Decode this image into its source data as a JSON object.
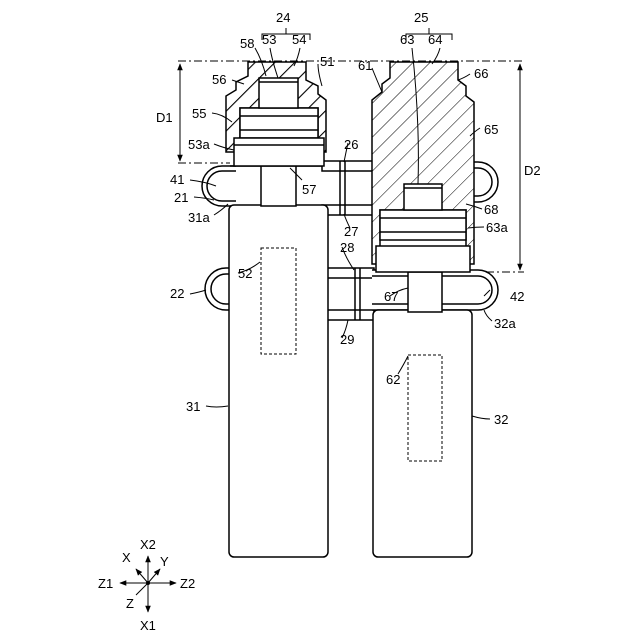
{
  "labels": {
    "l24": "24",
    "l25": "25",
    "l58": "58",
    "l53": "53",
    "l54": "54",
    "l63": "63",
    "l64": "64",
    "l56": "56",
    "l51": "51",
    "l61": "61",
    "l66": "66",
    "l55": "55",
    "l65": "65",
    "d1": "D1",
    "d2": "D2",
    "l53a": "53a",
    "l26": "26",
    "l41": "41",
    "l57": "57",
    "l21": "21",
    "l31a": "31a",
    "l27": "27",
    "l68": "68",
    "l63a": "63a",
    "l28": "28",
    "l52": "52",
    "l22": "22",
    "l67": "67",
    "l42": "42",
    "l32a": "32a",
    "l29": "29",
    "l62": "62",
    "l31": "31",
    "l32": "32"
  },
  "axes": {
    "x": "X",
    "x1": "X1",
    "x2": "X2",
    "y": "Y",
    "z": "Z",
    "z1": "Z1",
    "z2": "Z2"
  }
}
